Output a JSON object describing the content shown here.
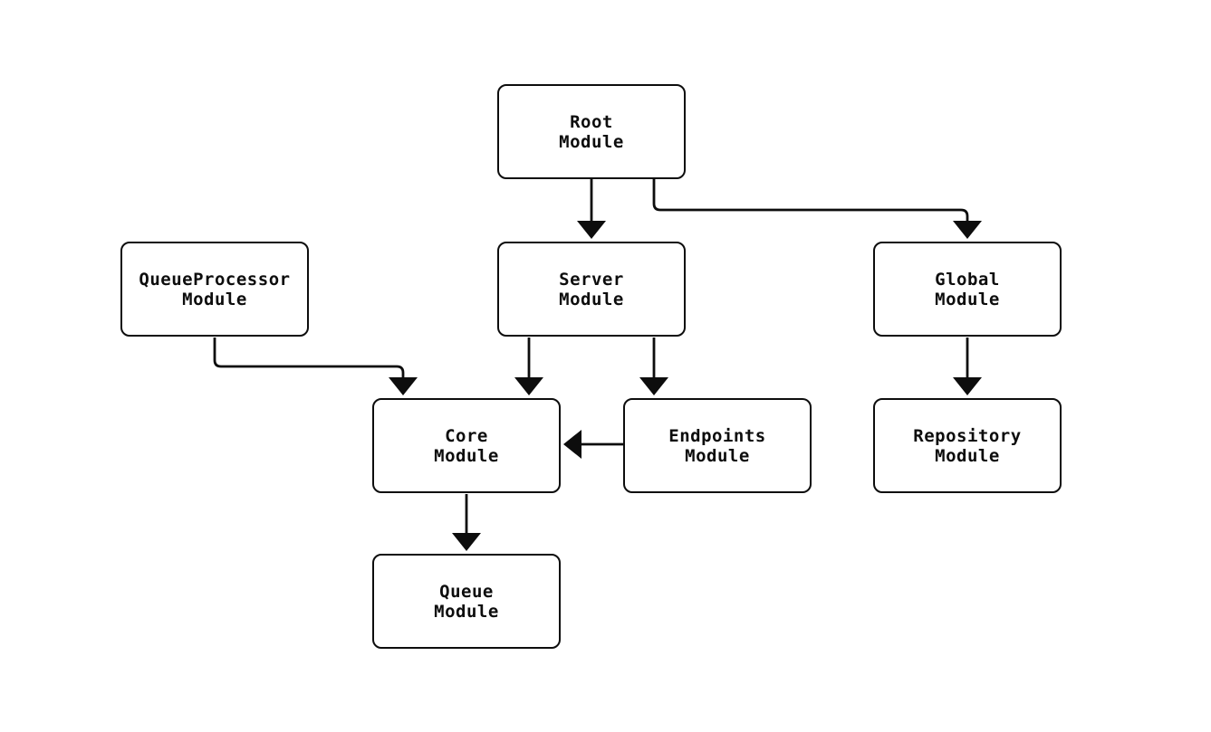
{
  "diagram": {
    "type": "module-dependency-graph",
    "colors": {
      "background": "#ffffff",
      "node_fill": "#ffffff",
      "stroke": "#0d0d0d",
      "text": "#0d0d0d"
    },
    "nodes": [
      {
        "id": "root",
        "label": "Root\nModule"
      },
      {
        "id": "queueprocessor",
        "label": "QueueProcessor\nModule"
      },
      {
        "id": "server",
        "label": "Server\nModule"
      },
      {
        "id": "global",
        "label": "Global\nModule"
      },
      {
        "id": "core",
        "label": "Core\nModule"
      },
      {
        "id": "endpoints",
        "label": "Endpoints\nModule"
      },
      {
        "id": "repository",
        "label": "Repository\nModule"
      },
      {
        "id": "queue",
        "label": "Queue\nModule"
      }
    ],
    "edges": [
      {
        "from": "root",
        "to": "server"
      },
      {
        "from": "root",
        "to": "global"
      },
      {
        "from": "queueprocessor",
        "to": "core"
      },
      {
        "from": "server",
        "to": "core"
      },
      {
        "from": "server",
        "to": "endpoints"
      },
      {
        "from": "endpoints",
        "to": "core"
      },
      {
        "from": "global",
        "to": "repository"
      },
      {
        "from": "core",
        "to": "queue"
      }
    ]
  }
}
